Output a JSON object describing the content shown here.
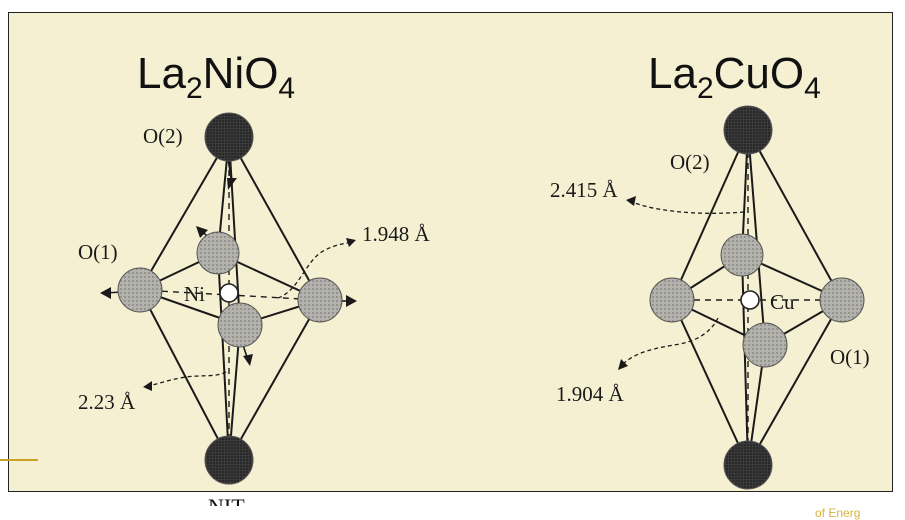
{
  "left": {
    "formula": {
      "base1": "La",
      "sub1": "2",
      "base2": "NiO",
      "sub2": "4"
    },
    "o2_label": "O(2)",
    "o1_label": "O(1)",
    "metal_label": "Ni",
    "bond_long": "2.23 Å",
    "bond_short": "1.948 Å",
    "bottom_cut_label": "NIT"
  },
  "right": {
    "formula": {
      "base1": "La",
      "sub1": "2",
      "base2": "CuO",
      "sub2": "4"
    },
    "o2_label": "O(2)",
    "o1_label": "O(1)",
    "metal_label": "Cu",
    "bond_long": "2.415 Å",
    "bond_short": "1.904 Å"
  },
  "footer": {
    "text": "of Energ"
  },
  "colors": {
    "panel_bg": "#f6f0d2",
    "accent": "#c9a227",
    "apical_atom": "#2b2b2b",
    "equatorial_atom": "#a9a9a4"
  }
}
